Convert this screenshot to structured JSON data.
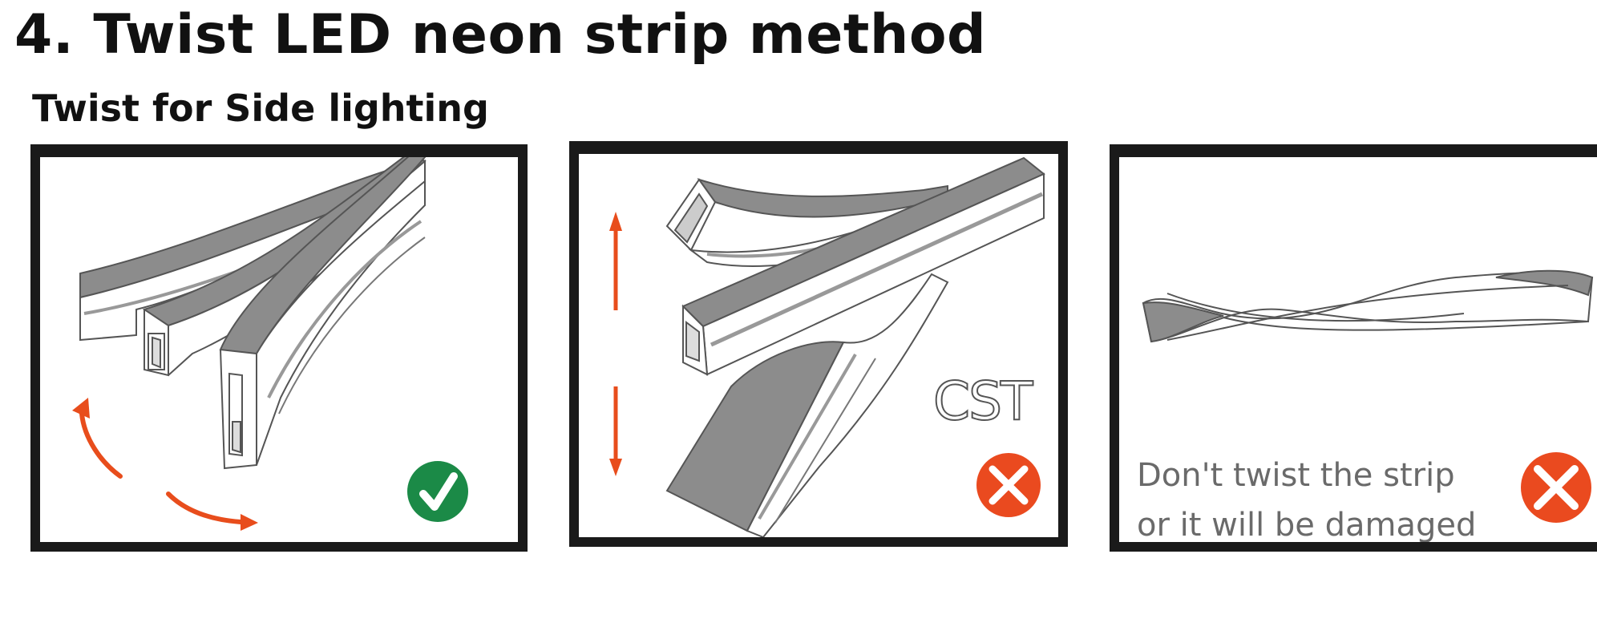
{
  "heading": "4.  Twist LED neon strip method",
  "subheading": "Twist for Side lighting",
  "panels": [
    {
      "status_icon": "check-icon",
      "status_color": "#1b8a47"
    },
    {
      "status_icon": "cross-icon",
      "status_color": "#ea4a1f",
      "watermark": "CST"
    },
    {
      "status_icon": "cross-icon",
      "status_color": "#ea4a1f",
      "warning_lines": [
        "Don't twist the strip",
        "or it will be damaged"
      ]
    }
  ],
  "colors": {
    "arrow": "#e84d1c",
    "strip_fill": "#8c8c8c",
    "frame": "#1a1a1a"
  }
}
